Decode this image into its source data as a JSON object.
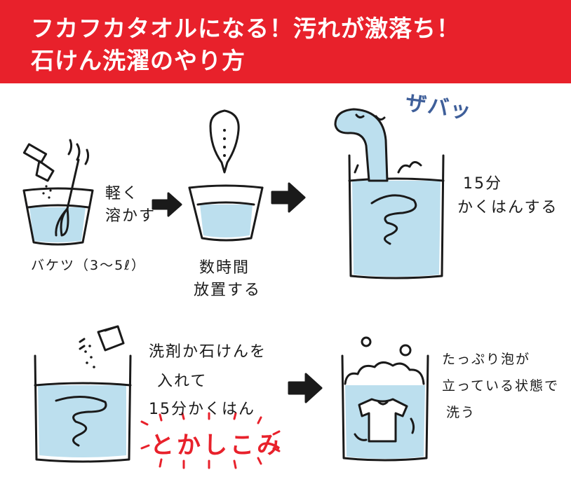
{
  "header": {
    "title_line1": "フカフカタオルになる！汚れが激落ち！",
    "title_line2": "石けん洗濯のやり方",
    "background_color": "#e8212b",
    "text_color": "#ffffff"
  },
  "steps": {
    "step1": {
      "action_line1": "軽く",
      "action_line2": "溶かす",
      "container": "バケツ（3～5ℓ）"
    },
    "step2": {
      "action_line1": "数時間",
      "action_line2": "放置する"
    },
    "step3": {
      "sound": "ザバッ",
      "action_line1": "15分",
      "action_line2": "かくはんする"
    },
    "step4": {
      "action_line1": "洗剤か石けんを",
      "action_line2": "入れて",
      "action_line3": "15分かくはん",
      "emphasis": "とかしこみ"
    },
    "step5": {
      "action_line1": "たっぷり泡が",
      "action_line2": "立っている状態で",
      "action_line3": "洗う"
    }
  },
  "colors": {
    "water": "#bcdfee",
    "ink": "#1a1a1a",
    "emphasis_red": "#e8212b",
    "sound_blue": "#3f5f9a"
  }
}
